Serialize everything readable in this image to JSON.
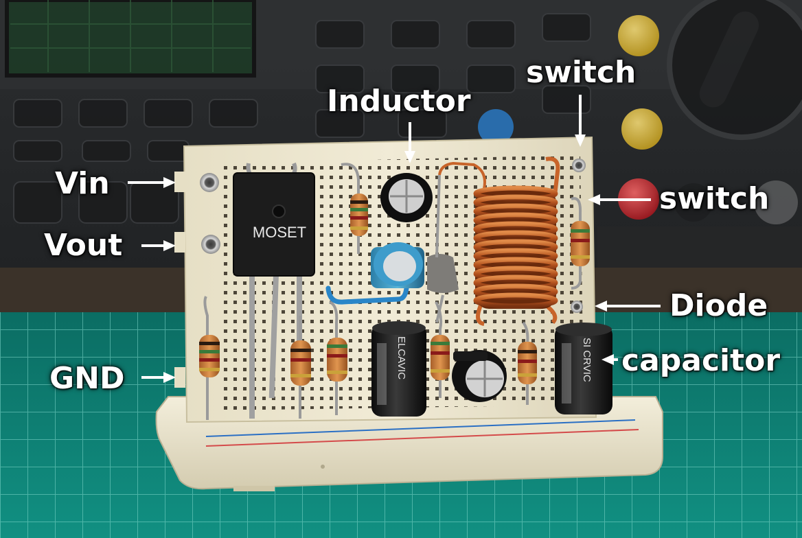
{
  "labels": {
    "vin": "Vin",
    "vout": "Vout",
    "gnd": "GND",
    "inductor": "Inductor",
    "switch_top": "switch",
    "switch_mid": "switch",
    "diode": "Diode",
    "capacitor": "capacitor"
  },
  "components": {
    "mosfet_marking": "MOSET",
    "cap_left_marking": "ELCAVIC",
    "cap_right_marking": "SI CRVIC"
  },
  "colors": {
    "mat": "#0f7f73",
    "mat_grid": "#7fd6c9",
    "board": "#ece6cf",
    "instrument": "#2a2c2e",
    "copper": "#c8642a",
    "label_text": "#ffffff"
  }
}
